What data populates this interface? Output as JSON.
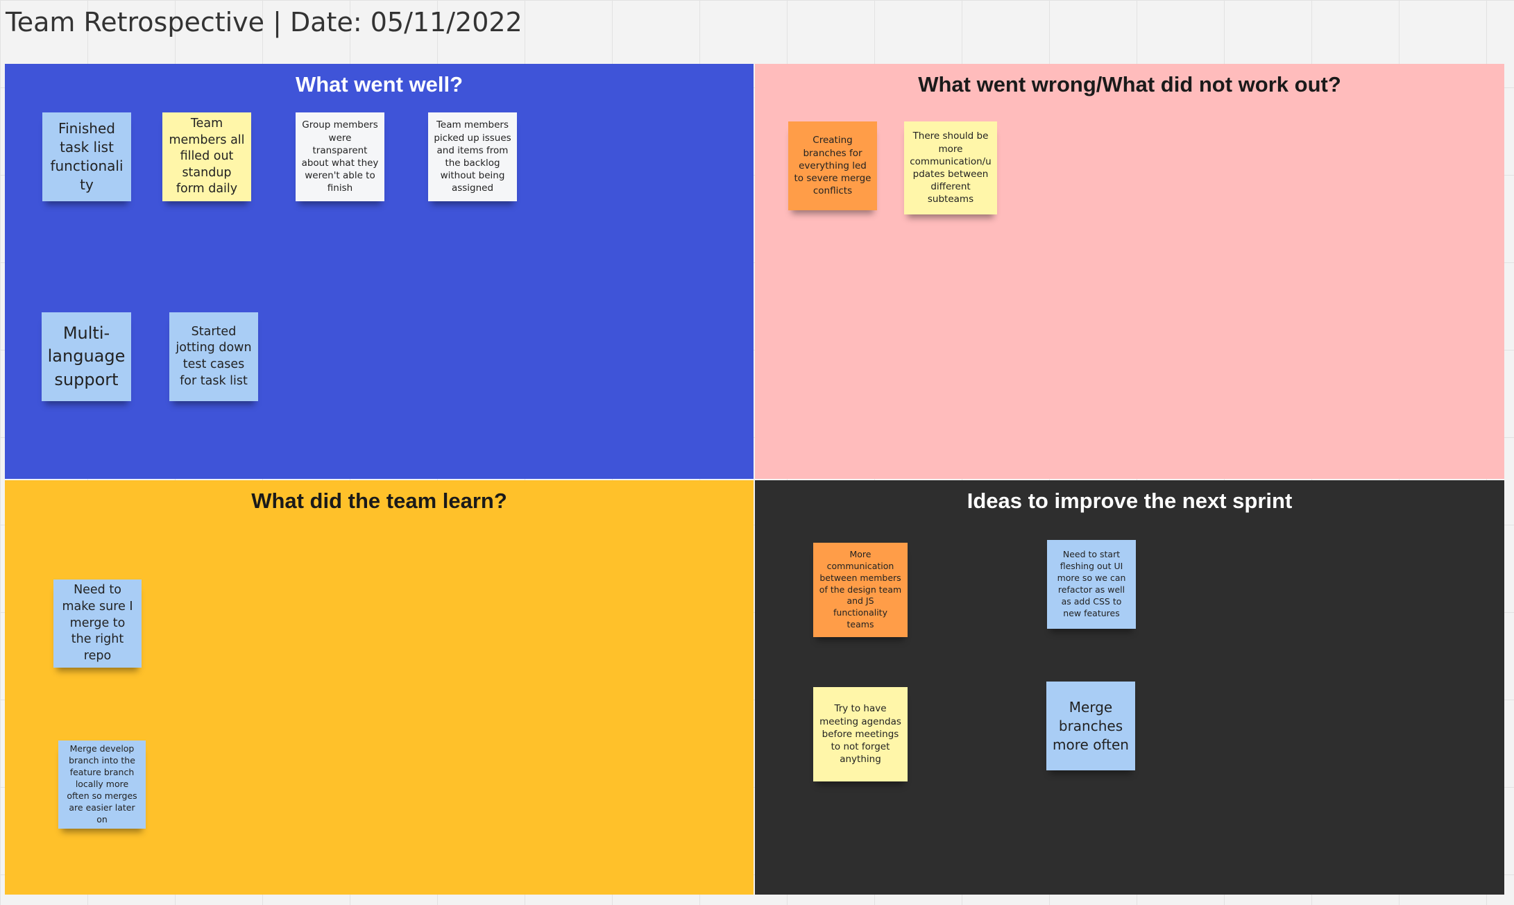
{
  "board": {
    "title": "Team Retrospective | Date: 05/11/2022"
  },
  "colors": {
    "well_bg": "#3f54d8",
    "wrong_bg": "#ffbcbc",
    "learn_bg": "#ffc12a",
    "ideas_bg": "#2e2e2e",
    "heading_dark": "#1a1a1a",
    "heading_light": "#ffffff",
    "sticky_blue": "#a9cdf5",
    "sticky_yellow": "#fff6a9",
    "sticky_orange": "#ff9d48",
    "sticky_white": "#f5f6f8"
  },
  "quadrants": {
    "well": {
      "heading": "What went well?",
      "notes": [
        {
          "text": "Finished task list functionality",
          "color": "blue"
        },
        {
          "text": "Team members all filled out standup form daily",
          "color": "yellow"
        },
        {
          "text": "Group members were transparent about what they weren't able to finish",
          "color": "white"
        },
        {
          "text": "Team members picked up issues and items from the backlog without being assigned",
          "color": "white"
        },
        {
          "text": "Multi-language support",
          "color": "blue"
        },
        {
          "text": "Started jotting down test cases for task list",
          "color": "blue"
        }
      ]
    },
    "wrong": {
      "heading": "What went wrong/What did not work out?",
      "notes": [
        {
          "text": "Creating branches for everything led to severe merge conflicts",
          "color": "orange"
        },
        {
          "text": "There should be more communication/updates between different subteams",
          "color": "yellow"
        }
      ]
    },
    "learn": {
      "heading": "What did the team learn?",
      "notes": [
        {
          "text": "Need to make sure I merge to the right repo",
          "color": "blue"
        },
        {
          "text": "Merge develop branch into the feature branch locally more often so merges are easier later on",
          "color": "blue"
        }
      ]
    },
    "ideas": {
      "heading": "Ideas to improve the next sprint",
      "notes": [
        {
          "text": "More communication between members of the design team and JS functionality teams",
          "color": "orange"
        },
        {
          "text": "Need to start fleshing out UI more so we can refactor as well as add CSS to new features",
          "color": "blue"
        },
        {
          "text": "Try to have meeting agendas before meetings to not forget anything",
          "color": "yellow"
        },
        {
          "text": "Merge branches more often",
          "color": "blue"
        }
      ]
    }
  }
}
